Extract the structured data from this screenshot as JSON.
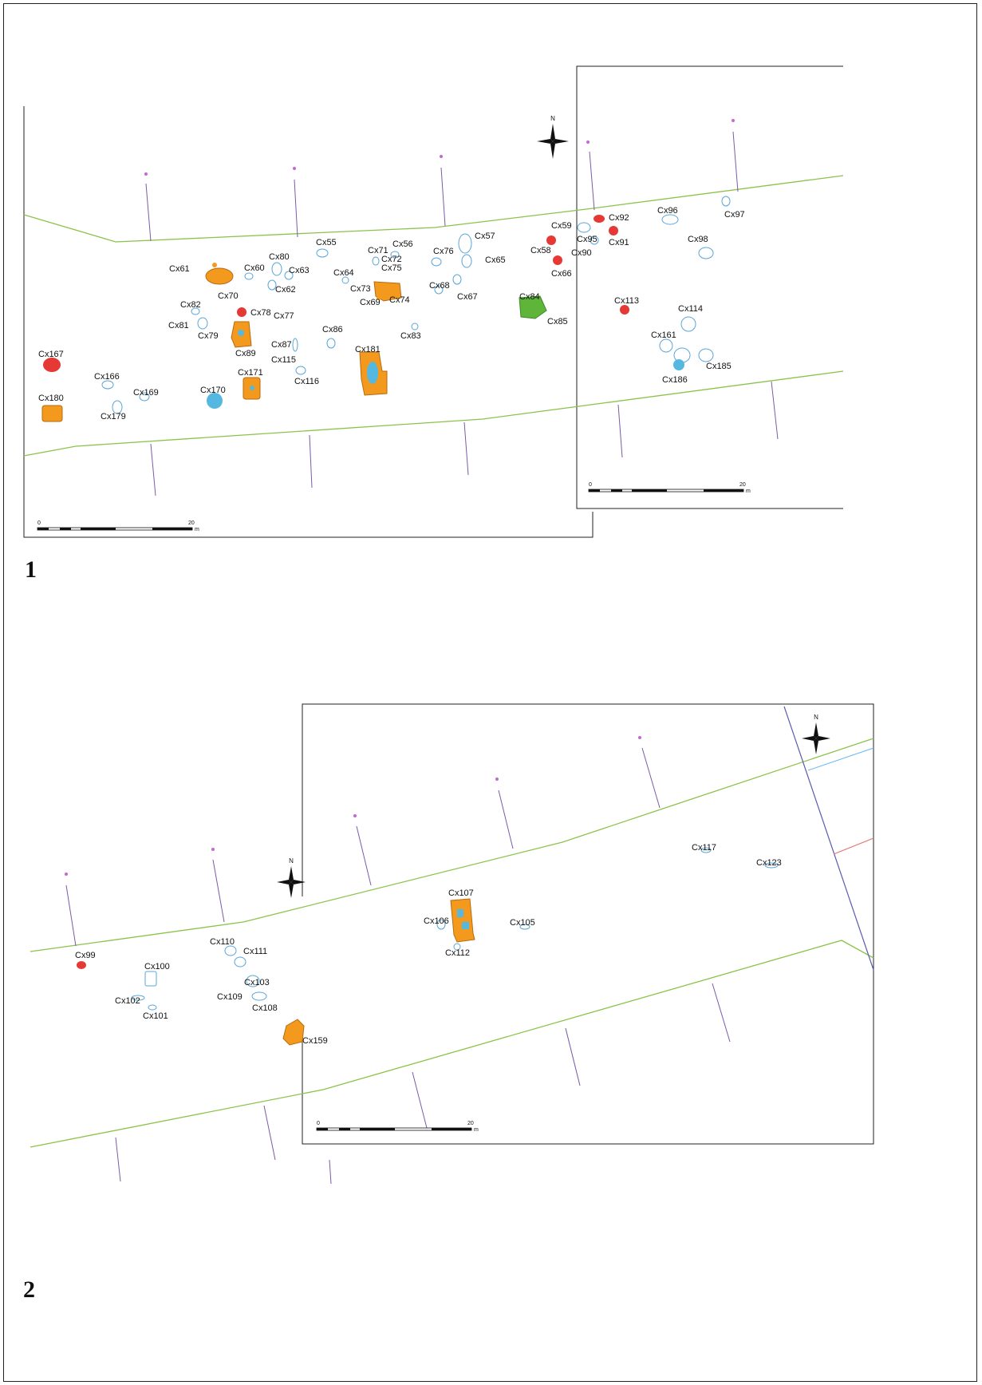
{
  "colors": {
    "excavation_limit": "#8bc34a",
    "grid_line": "#7a5aa8",
    "feature_outline": "#5aa6d8",
    "red_fill": "#e53935",
    "orange_fill": "#f39a1e",
    "green_fill": "#5fb53a",
    "cyan_fill": "#55b8e0",
    "red_line": "#e57373",
    "blue_line": "#64b5f6"
  },
  "panels": [
    {
      "number": "1",
      "north_label": "N",
      "scale": {
        "start": "0",
        "end": "20",
        "unit": "m"
      },
      "scale2": {
        "start": "0",
        "end": "20",
        "unit": "m"
      },
      "features": [
        "Cx61",
        "Cx70",
        "Cx60",
        "Cx80",
        "Cx63",
        "Cx62",
        "Cx55",
        "Cx71",
        "Cx56",
        "Cx72",
        "Cx75",
        "Cx64",
        "Cx73",
        "Cx69",
        "Cx74",
        "Cx76",
        "Cx57",
        "Cx65",
        "Cx68",
        "Cx67",
        "Cx59",
        "Cx58",
        "Cx66",
        "Cx92",
        "Cx95",
        "Cx90",
        "Cx91",
        "Cx96",
        "Cx97",
        "Cx98",
        "Cx84",
        "Cx85",
        "Cx113",
        "Cx114",
        "Cx161",
        "Cx186",
        "Cx185",
        "Cx82",
        "Cx81",
        "Cx79",
        "Cx78",
        "Cx77",
        "Cx89",
        "Cx87",
        "Cx115",
        "Cx86",
        "Cx83",
        "Cx181",
        "Cx116",
        "Cx171",
        "Cx170",
        "Cx167",
        "Cx166",
        "Cx169",
        "Cx180",
        "Cx179"
      ]
    },
    {
      "number": "2",
      "north_label": "N",
      "north_label2": "N",
      "scale": {
        "start": "0",
        "end": "20",
        "unit": "m"
      },
      "features": [
        "Cx99",
        "Cx100",
        "Cx102",
        "Cx101",
        "Cx110",
        "Cx111",
        "Cx103",
        "Cx109",
        "Cx108",
        "Cx159",
        "Cx107",
        "Cx106",
        "Cx112",
        "Cx105",
        "Cx117",
        "Cx123"
      ]
    }
  ]
}
